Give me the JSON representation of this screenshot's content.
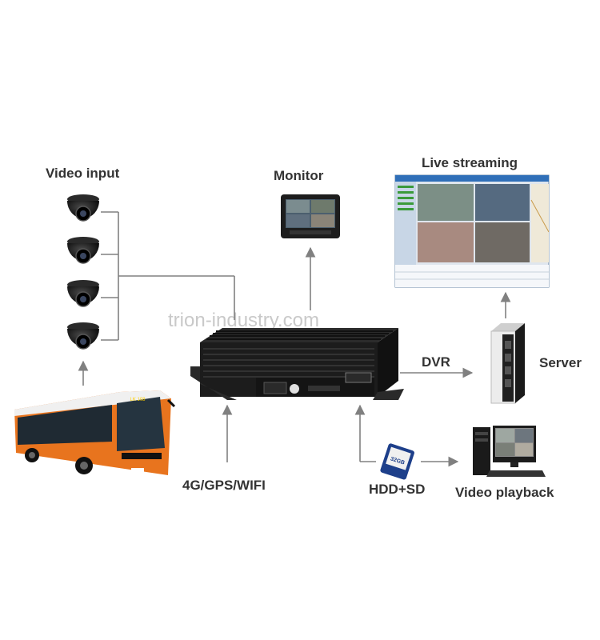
{
  "labels": {
    "video_input": "Video input",
    "monitor": "Monitor",
    "live_streaming": "Live streaming",
    "server": "Server",
    "dvr": "DVR",
    "connectivity": "4G/GPS/WIFI",
    "storage": "HDD+SD",
    "video_playback": "Video playback"
  },
  "watermark": "trion-industry.com",
  "bus": {
    "route_sign": "LK 108"
  },
  "sd_card": {
    "capacity": "32GB"
  },
  "colors": {
    "line": "#808080",
    "arrow": "#808080",
    "device": "#1c1c1c",
    "bus_body": "#e8741e",
    "screen_blue": "#2f6fb8",
    "label": "#333333"
  },
  "icons": {
    "camera": "dome-camera-icon",
    "monitor": "monitor-icon",
    "dvr": "mobile-dvr-icon",
    "server": "server-tower-icon",
    "pc": "desktop-pc-icon",
    "sd": "sd-card-icon",
    "bus": "bus-icon"
  }
}
